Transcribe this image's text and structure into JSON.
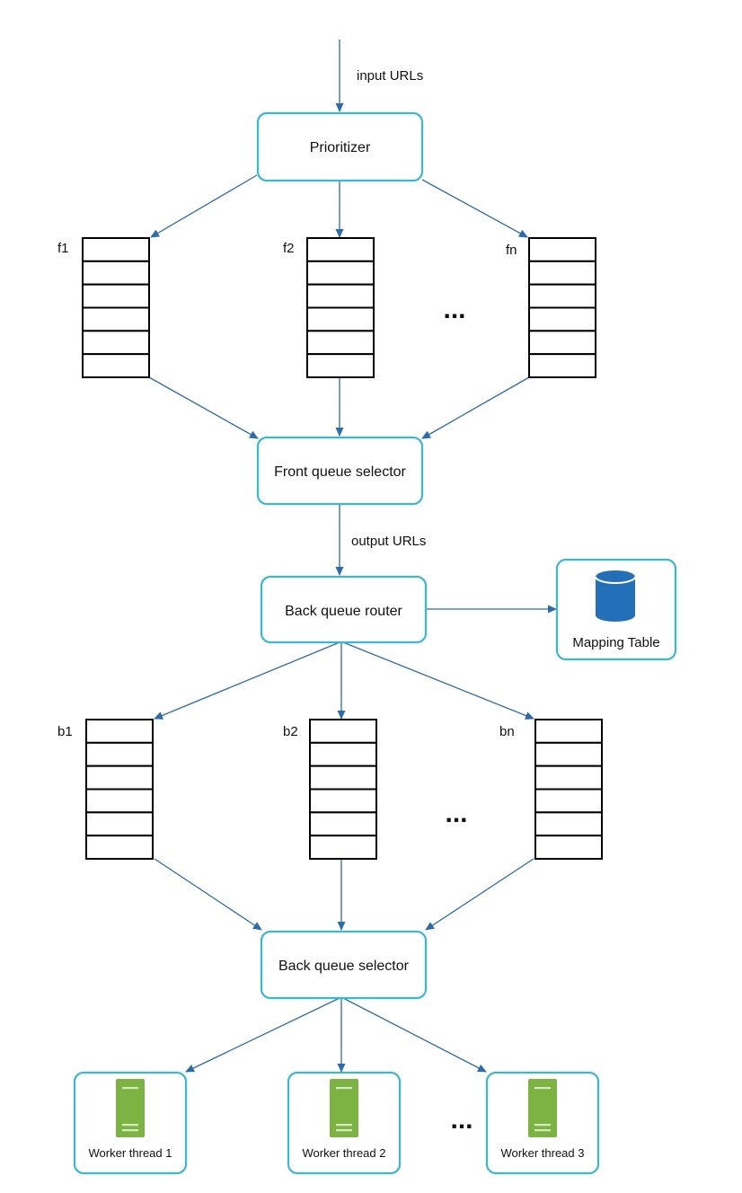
{
  "colors": {
    "box_border": "#3BB8D1",
    "arrow": "#2E6BA8",
    "queue_border": "#000000",
    "database": "#2470B8",
    "server": "#7CB342",
    "server_lines": "#D7EBC0"
  },
  "edge_labels": {
    "input": "input URLs",
    "output": "output URLs"
  },
  "nodes": {
    "prioritizer": "Prioritizer",
    "front_selector": "Front queue selector",
    "back_router": "Back queue router",
    "mapping_table": "Mapping Table",
    "back_selector": "Back queue selector"
  },
  "front_queues": [
    {
      "label": "f1",
      "slots": 6
    },
    {
      "label": "f2",
      "slots": 6
    },
    {
      "label": "fn",
      "slots": 6
    }
  ],
  "back_queues": [
    {
      "label": "b1",
      "slots": 6
    },
    {
      "label": "b2",
      "slots": 6
    },
    {
      "label": "bn",
      "slots": 6
    }
  ],
  "ellipsis": "...",
  "workers": [
    {
      "label": "Worker thread 1",
      "icon": "server-icon"
    },
    {
      "label": "Worker thread 2",
      "icon": "server-icon"
    },
    {
      "label": "Worker thread 3",
      "icon": "server-icon"
    }
  ],
  "mapping_icon": "database-icon"
}
